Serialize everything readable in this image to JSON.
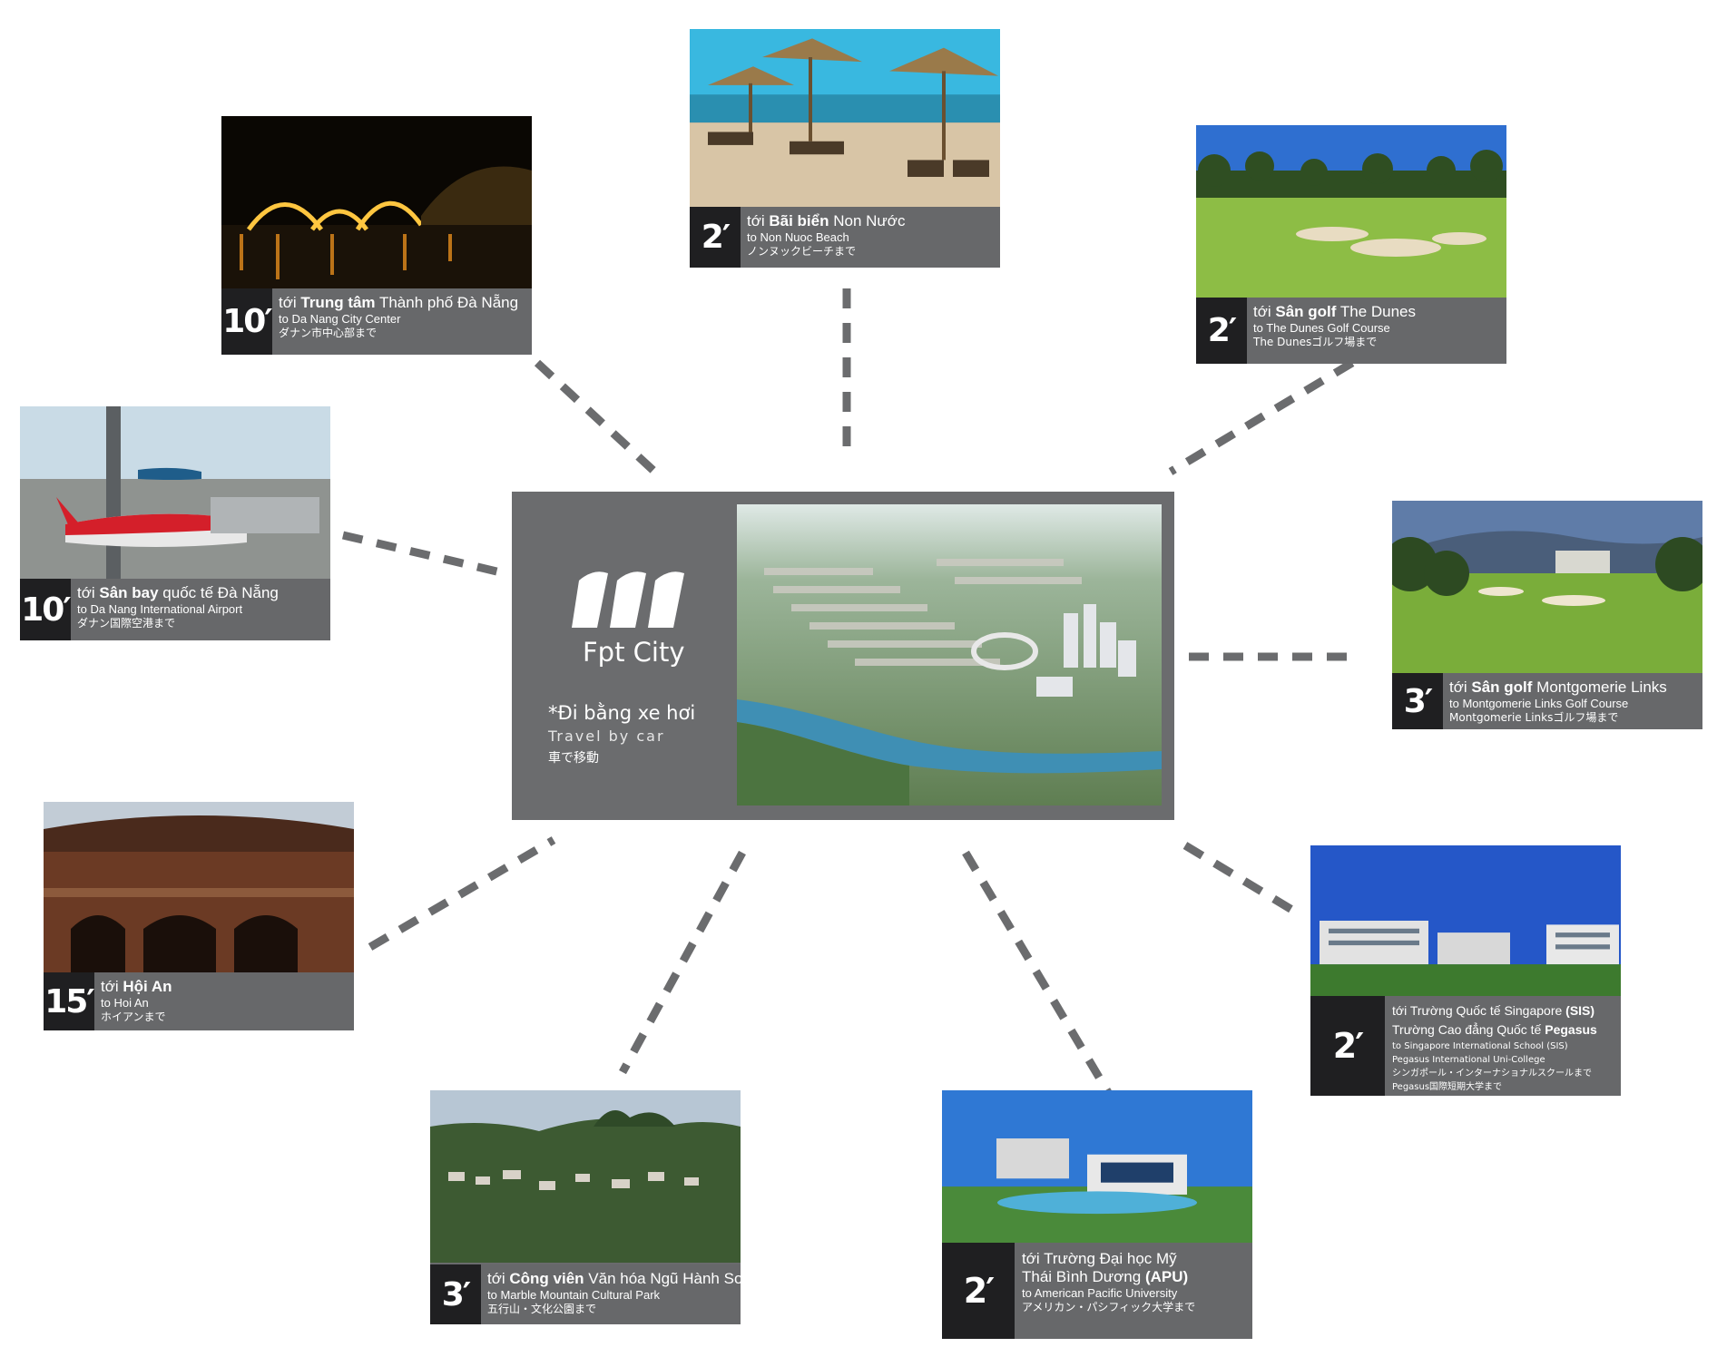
{
  "center": {
    "brand": "Fpt City",
    "travel_vi": "*Đi bằng xe hơi",
    "travel_en": "Travel by car",
    "travel_ja": "車で移動"
  },
  "destinations": [
    {
      "id": "city-center",
      "minutes": "10′",
      "vi_pre": "tới ",
      "vi_bold": "Trung tâm",
      "vi_rest": " Thành phố Đà Nẵng",
      "en": "to Da Nang City Center",
      "ja": "ダナン市中心部まで"
    },
    {
      "id": "beach",
      "minutes": "2′",
      "vi_pre": "tới ",
      "vi_bold": "Bãi biển",
      "vi_rest": " Non Nước",
      "en": "to Non Nuoc Beach",
      "ja": "ノンヌックビーチまで"
    },
    {
      "id": "dunes-golf",
      "minutes": "2′",
      "vi_pre": "tới ",
      "vi_bold": "Sân golf",
      "vi_rest": " The Dunes",
      "en": "to The Dunes Golf Course",
      "ja": "The Dunesゴルフ場まで"
    },
    {
      "id": "airport",
      "minutes": "10′",
      "vi_pre": "tới ",
      "vi_bold": "Sân bay",
      "vi_rest": " quốc tế Đà Nẵng",
      "en": "to Da Nang International Airport",
      "ja": "ダナン国際空港まで"
    },
    {
      "id": "montgomerie-golf",
      "minutes": "3′",
      "vi_pre": "tới ",
      "vi_bold": "Sân golf",
      "vi_rest": " Montgomerie Links",
      "en": "to Montgomerie Links Golf Course",
      "ja": "Montgomerie Linksゴルフ場まで"
    },
    {
      "id": "hoi-an",
      "minutes": "15′",
      "vi_pre": "tới ",
      "vi_bold": "Hội An",
      "vi_rest": "",
      "en": "to Hoi An",
      "ja": "ホイアンまで"
    },
    {
      "id": "marble-mountain",
      "minutes": "3′",
      "vi_pre": "tới ",
      "vi_bold": "Công viên",
      "vi_rest": " Văn hóa Ngũ Hành Sơn",
      "en": "to Marble Mountain Cultural Park",
      "ja": "五行山・文化公園まで"
    },
    {
      "id": "apu",
      "minutes": "2′",
      "vi_line1": "tới Trường Đại học Mỹ",
      "vi_pre": "Thái Bình Dương ",
      "vi_bold": "(APU)",
      "vi_rest": "",
      "en": "to American Pacific University",
      "ja": "アメリカン・パシフィック大学まで"
    },
    {
      "id": "sis",
      "minutes": "2′",
      "vi_line1_pre": "tới Trường Quốc tế Singapore ",
      "vi_line1_bold": "(SIS)",
      "vi_line2_pre": "Trường Cao đẳng Quốc tế ",
      "vi_line2_bold": "Pegasus",
      "en1": "to Singapore International School (SIS)",
      "en2": "Pegasus International Uni-College",
      "ja1": "シンガポール・インターナショナルスクールまで",
      "ja2": "Pegasus国際短期大学まで"
    }
  ]
}
